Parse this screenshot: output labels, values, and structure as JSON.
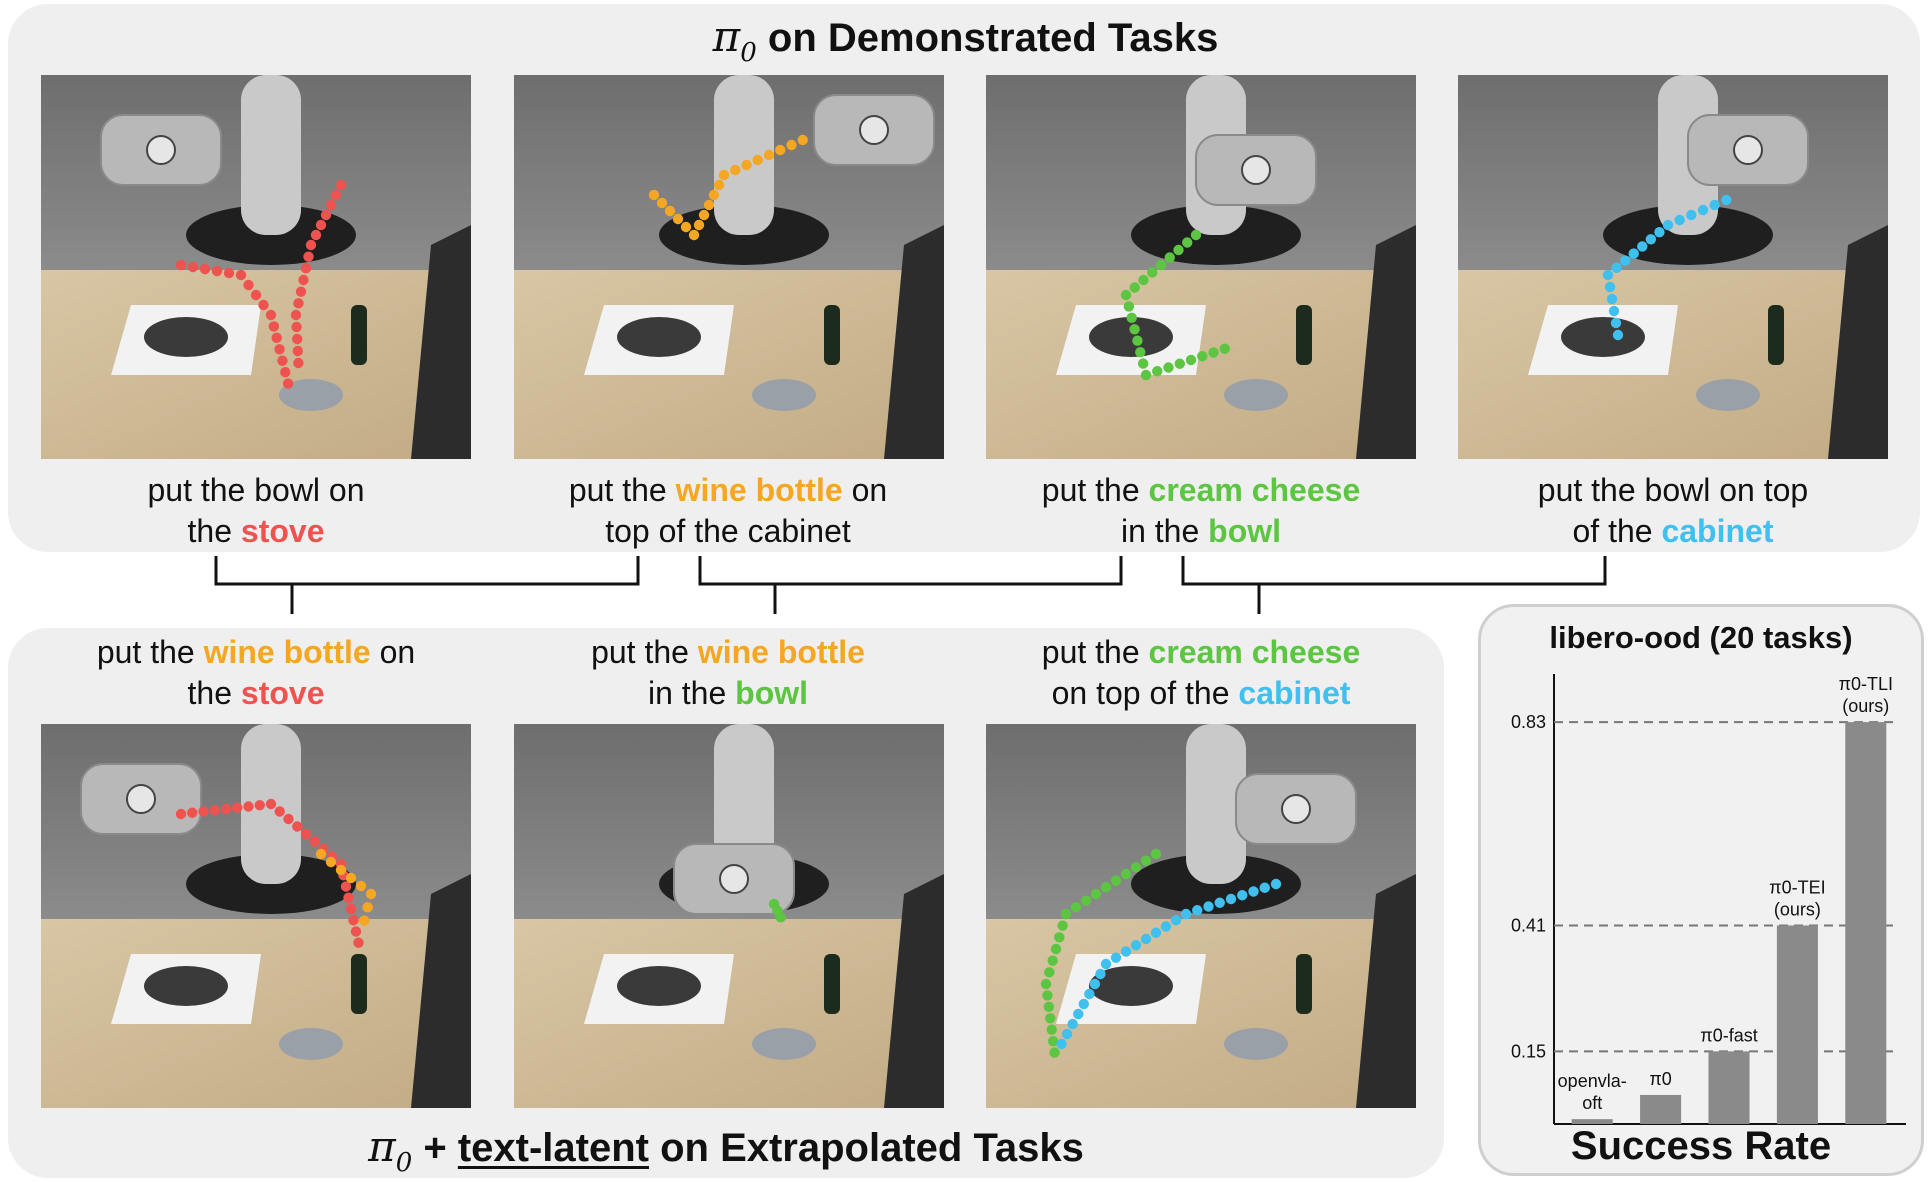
{
  "top": {
    "title_pi": "π",
    "title_sub": "0",
    "title_rest": "on Demonstrated Tasks",
    "tasks": [
      {
        "l1": [
          {
            "t": "put the bowl on",
            "c": ""
          }
        ],
        "l2": [
          {
            "t": "the ",
            "c": ""
          },
          {
            "t": "stove",
            "c": "red"
          }
        ],
        "traj": "red"
      },
      {
        "l1": [
          {
            "t": "put the ",
            "c": ""
          },
          {
            "t": "wine bottle",
            "c": "orange"
          },
          {
            "t": " on",
            "c": ""
          }
        ],
        "l2": [
          {
            "t": "top of the cabinet",
            "c": ""
          }
        ],
        "traj": "orange"
      },
      {
        "l1": [
          {
            "t": "put the ",
            "c": ""
          },
          {
            "t": "cream cheese",
            "c": "green"
          }
        ],
        "l2": [
          {
            "t": "in the ",
            "c": ""
          },
          {
            "t": "bowl",
            "c": "green"
          }
        ],
        "traj": "green"
      },
      {
        "l1": [
          {
            "t": "put the bowl on top",
            "c": ""
          }
        ],
        "l2": [
          {
            "t": "of the ",
            "c": ""
          },
          {
            "t": "cabinet",
            "c": "blue"
          }
        ],
        "traj": "blue"
      }
    ]
  },
  "bottom": {
    "title_pi": "π",
    "title_sub": "0",
    "title_plus": " + ",
    "title_key": "text-latent",
    "title_rest": " on Extrapolated Tasks",
    "tasks": [
      {
        "l1": [
          {
            "t": "put the ",
            "c": ""
          },
          {
            "t": "wine bottle",
            "c": "orange"
          },
          {
            "t": " on",
            "c": ""
          }
        ],
        "l2": [
          {
            "t": "the ",
            "c": ""
          },
          {
            "t": "stove",
            "c": "red"
          }
        ]
      },
      {
        "l1": [
          {
            "t": "put the ",
            "c": ""
          },
          {
            "t": "wine bottle",
            "c": "orange"
          }
        ],
        "l2": [
          {
            "t": "in the ",
            "c": ""
          },
          {
            "t": "bowl",
            "c": "green"
          }
        ]
      },
      {
        "l1": [
          {
            "t": "put the ",
            "c": ""
          },
          {
            "t": "cream cheese",
            "c": "green"
          }
        ],
        "l2": [
          {
            "t": "on top of the ",
            "c": ""
          },
          {
            "t": "cabinet",
            "c": "blue"
          }
        ]
      }
    ]
  },
  "colors": {
    "red": "#ef5350",
    "orange": "#f5a623",
    "green": "#5cc542",
    "blue": "#3fc0ee"
  },
  "chart_data": {
    "type": "bar",
    "title": "libero-ood (20 tasks)",
    "xlabel": "Success Rate",
    "categories": [
      "openvla-oft",
      "π0",
      "π0-fast",
      "π0-TEI (ours)",
      "π0-TLI (ours)"
    ],
    "category_lines": [
      [
        "openvla-",
        "oft"
      ],
      [
        "π0"
      ],
      [
        "π0-fast"
      ],
      [
        "π0-TEI",
        "(ours)"
      ],
      [
        "π0-TLI",
        "(ours)"
      ]
    ],
    "values": [
      0.01,
      0.06,
      0.15,
      0.41,
      0.83
    ],
    "yticks": [
      0.15,
      0.41,
      0.83
    ],
    "ytick_labels": [
      "0.15",
      "0.41",
      "0.83"
    ],
    "ylim": [
      0,
      0.95
    ],
    "bar_color": "#8a8a8a",
    "grid": "dashed at ticks"
  }
}
